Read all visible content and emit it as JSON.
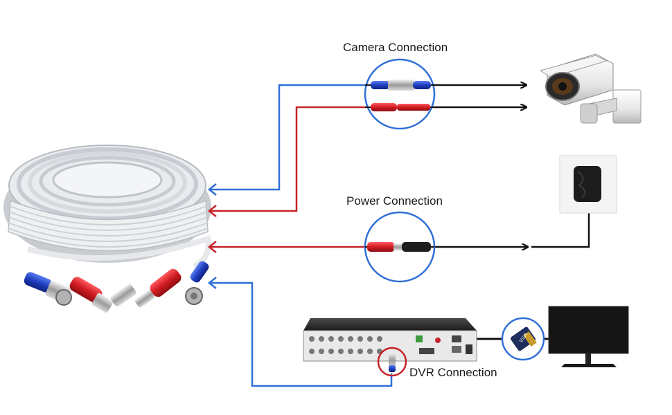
{
  "labels": {
    "camera_connection": "Camera Connection",
    "power_connection": "Power Connection",
    "dvr_connection": "DVR Connection",
    "vga_text": "VGA"
  },
  "colors": {
    "video_line": "#2f6fd6",
    "power_line": "#c62228",
    "device_line": "#111111",
    "highlight_circle_blue": "#2f6fd6",
    "highlight_circle_red": "#c62228"
  },
  "icons": {
    "cable_coil": "cable-coil-icon",
    "camera": "security-camera-icon",
    "adapter": "power-adapter-icon",
    "dvr": "dvr-recorder-icon",
    "monitor": "monitor-icon"
  }
}
